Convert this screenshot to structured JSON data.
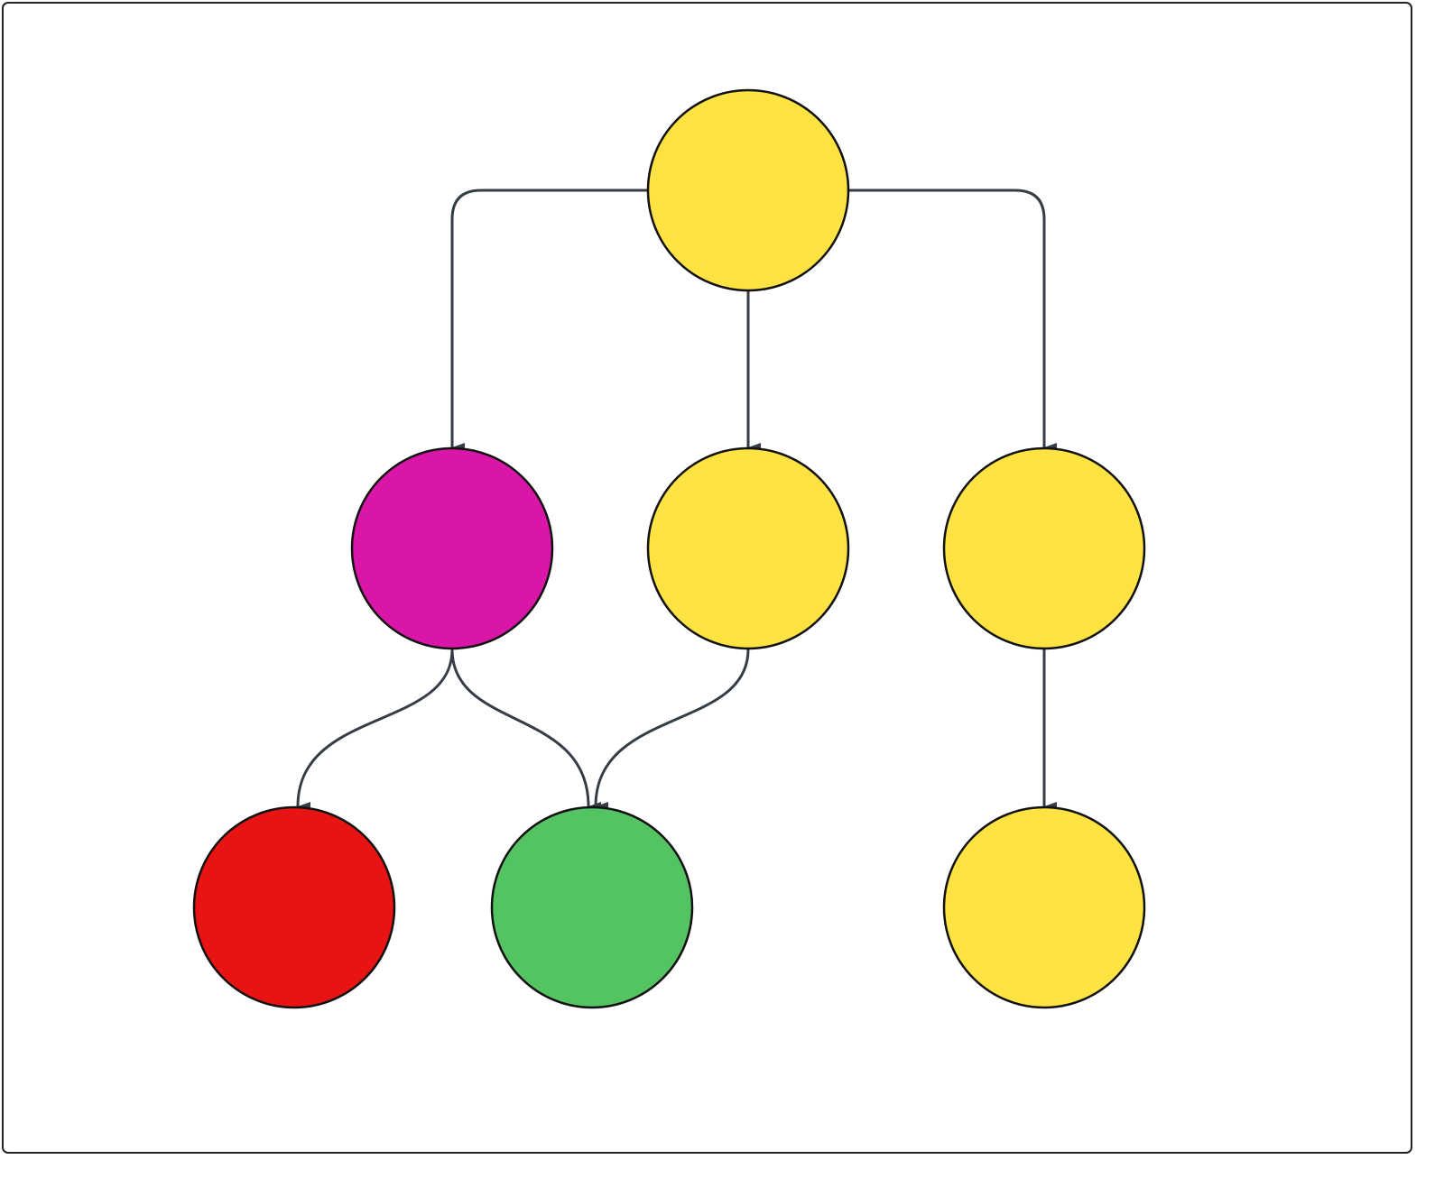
{
  "diagram": {
    "edge_color": "#363c46",
    "node_stroke": "#111111",
    "nodes": [
      {
        "id": "root",
        "color": "#FFE342",
        "level": 0,
        "column": 2
      },
      {
        "id": "mid-left",
        "color": "#D916A8",
        "level": 1,
        "column": 1
      },
      {
        "id": "mid-center",
        "color": "#FFE342",
        "level": 1,
        "column": 2
      },
      {
        "id": "mid-right",
        "color": "#FFE342",
        "level": 1,
        "column": 3
      },
      {
        "id": "bottom-left",
        "color": "#E81313",
        "level": 2,
        "column": 0
      },
      {
        "id": "bottom-center",
        "color": "#54C462",
        "level": 2,
        "column": 1
      },
      {
        "id": "bottom-right",
        "color": "#FFE342",
        "level": 2,
        "column": 3
      }
    ],
    "edges": [
      {
        "from": "root",
        "to": "mid-left"
      },
      {
        "from": "root",
        "to": "mid-center"
      },
      {
        "from": "root",
        "to": "mid-right"
      },
      {
        "from": "mid-left",
        "to": "bottom-left"
      },
      {
        "from": "mid-left",
        "to": "bottom-center"
      },
      {
        "from": "mid-center",
        "to": "bottom-center"
      },
      {
        "from": "mid-right",
        "to": "bottom-right"
      }
    ]
  }
}
